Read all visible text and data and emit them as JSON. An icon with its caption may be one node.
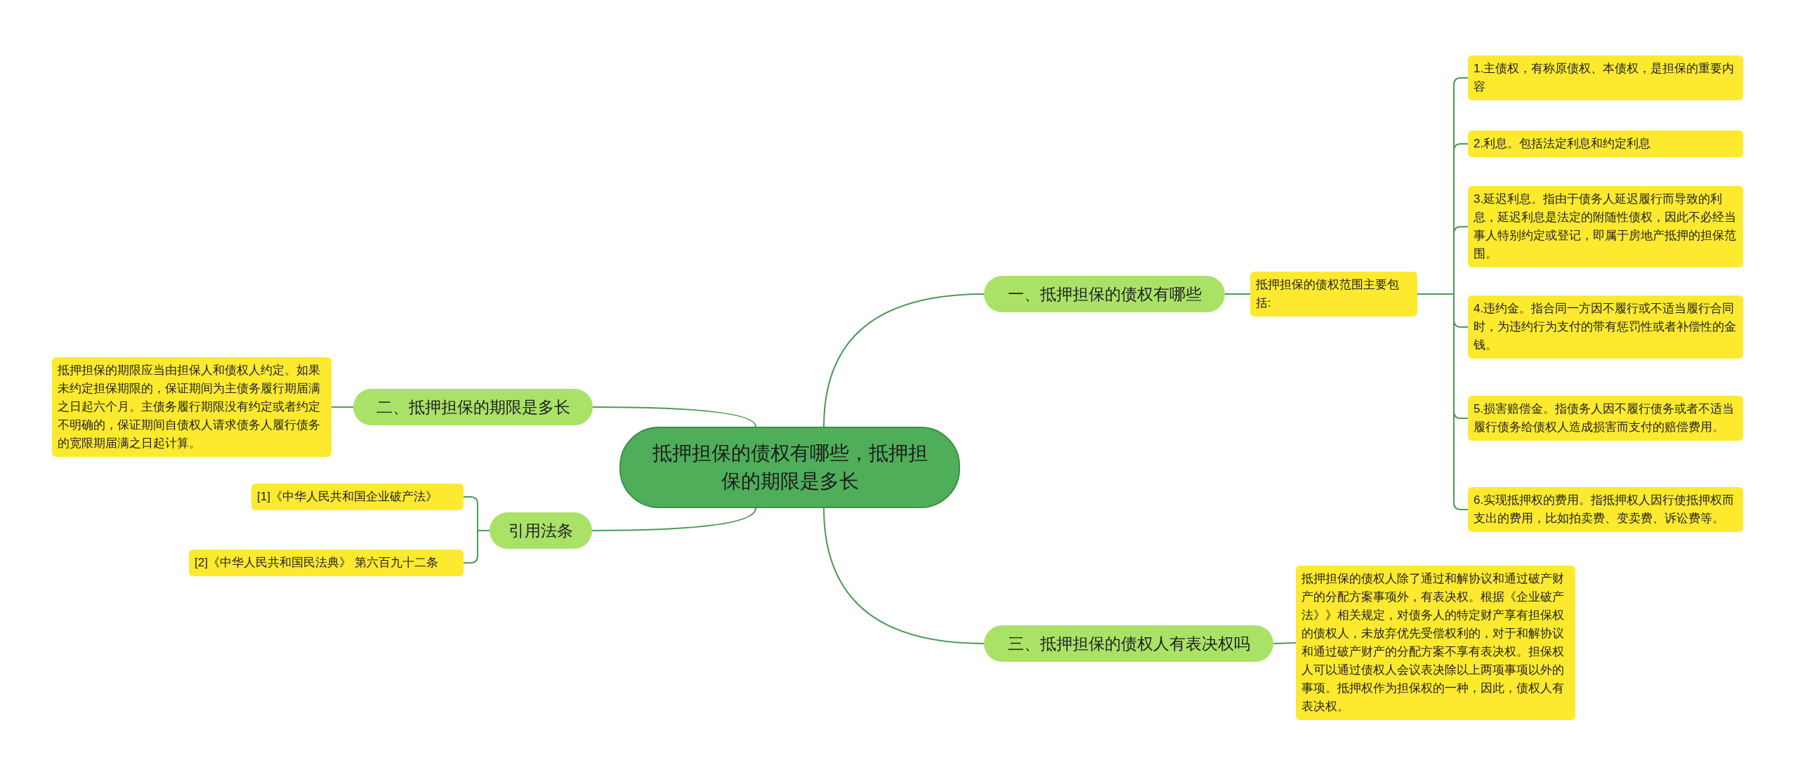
{
  "diagram": {
    "nodes": [
      {
        "text": [
          "抵押担保的债权有哪些，抵押担保的期限是多长"
        ]
      },
      {
        "text": [
          "一、抵押担保的债权有哪些"
        ]
      },
      {
        "text": [
          "抵押担保的债权范围主要包括:"
        ]
      },
      {
        "text": [
          "1.主债权，有称原债权、本债权，是担保的重要内容"
        ]
      },
      {
        "text": [
          "2.利息。包括法定利息和约定利息"
        ]
      },
      {
        "text": [
          "3.延迟利息。指由于债务人延迟履行而导致的利息，延迟利息是法定的附随性债权，因此不必经当事人特别约定或登记，即属于房地产抵押的担保范围。"
        ]
      },
      {
        "text": [
          "4.违约金。指合同一方因不履行或不适当履行合同时，为违约行为支付的带有惩罚性或者补偿性的金钱。"
        ]
      },
      {
        "text": [
          "5.损害赔偿金。指债务人因不履行债务或者不适当履行债务给债权人造成损害而支付的赔偿费用。"
        ]
      },
      {
        "text": [
          "6.实现抵押权的费用。指抵押权人因行使抵押权而支出的费用，比如拍卖费、变卖费、诉讼费等。"
        ]
      },
      {
        "text": [
          "三、抵押担保的债权人有表决权吗"
        ]
      },
      {
        "text": [
          "抵押担保的债权人除了通过和解协议和通过破产财产的分配方案事项外，有表决权。根据《企业破产法》》相关规定，对债务人的特定财产享有担保权的债权人，未放弃优先受偿权利的，对于和解协议和通过破产财产的分配方案不享有表决权。担保权人可以通过债权人会议表决除以上两项事项以外的事项。抵押权作为担保权的一种，因此，债权人有表决权。"
        ]
      },
      {
        "text": [
          "二、抵押担保的期限是多长"
        ]
      },
      {
        "text": [
          "抵押担保的期限应当由担保人和债权人约定。如果未约定担保期限的，保证期间为主债务履行期届满之日起六个月。主债务履行期限没有约定或者约定不明确的，保证期间自债权人请求债务人履行债务的宽限期届满之日起计算。"
        ]
      },
      {
        "text": [
          "引用法条"
        ]
      },
      {
        "text": [
          "[1]《中华人民共和国企业破产法》"
        ]
      },
      {
        "text": [
          "[2]《中华人民共和国民法典》 第六百九十二条"
        ]
      }
    ],
    "edges": [
      {
        "from": 0,
        "to": 1,
        "arrow": "none"
      },
      {
        "from": 1,
        "to": 2,
        "arrow": "none"
      },
      {
        "from": 2,
        "to": 3,
        "arrow": "none"
      },
      {
        "from": 2,
        "to": 4,
        "arrow": "none"
      },
      {
        "from": 2,
        "to": 5,
        "arrow": "none"
      },
      {
        "from": 2,
        "to": 6,
        "arrow": "none"
      },
      {
        "from": 2,
        "to": 7,
        "arrow": "none"
      },
      {
        "from": 2,
        "to": 8,
        "arrow": "none"
      },
      {
        "from": 0,
        "to": 9,
        "arrow": "none"
      },
      {
        "from": 9,
        "to": 10,
        "arrow": "none"
      },
      {
        "from": 0,
        "to": 11,
        "arrow": "none"
      },
      {
        "from": 11,
        "to": 12,
        "arrow": "none"
      },
      {
        "from": 0,
        "to": 13,
        "arrow": "none"
      },
      {
        "from": 13,
        "to": 14,
        "arrow": "none"
      },
      {
        "from": 13,
        "to": 15,
        "arrow": "none"
      }
    ]
  }
}
